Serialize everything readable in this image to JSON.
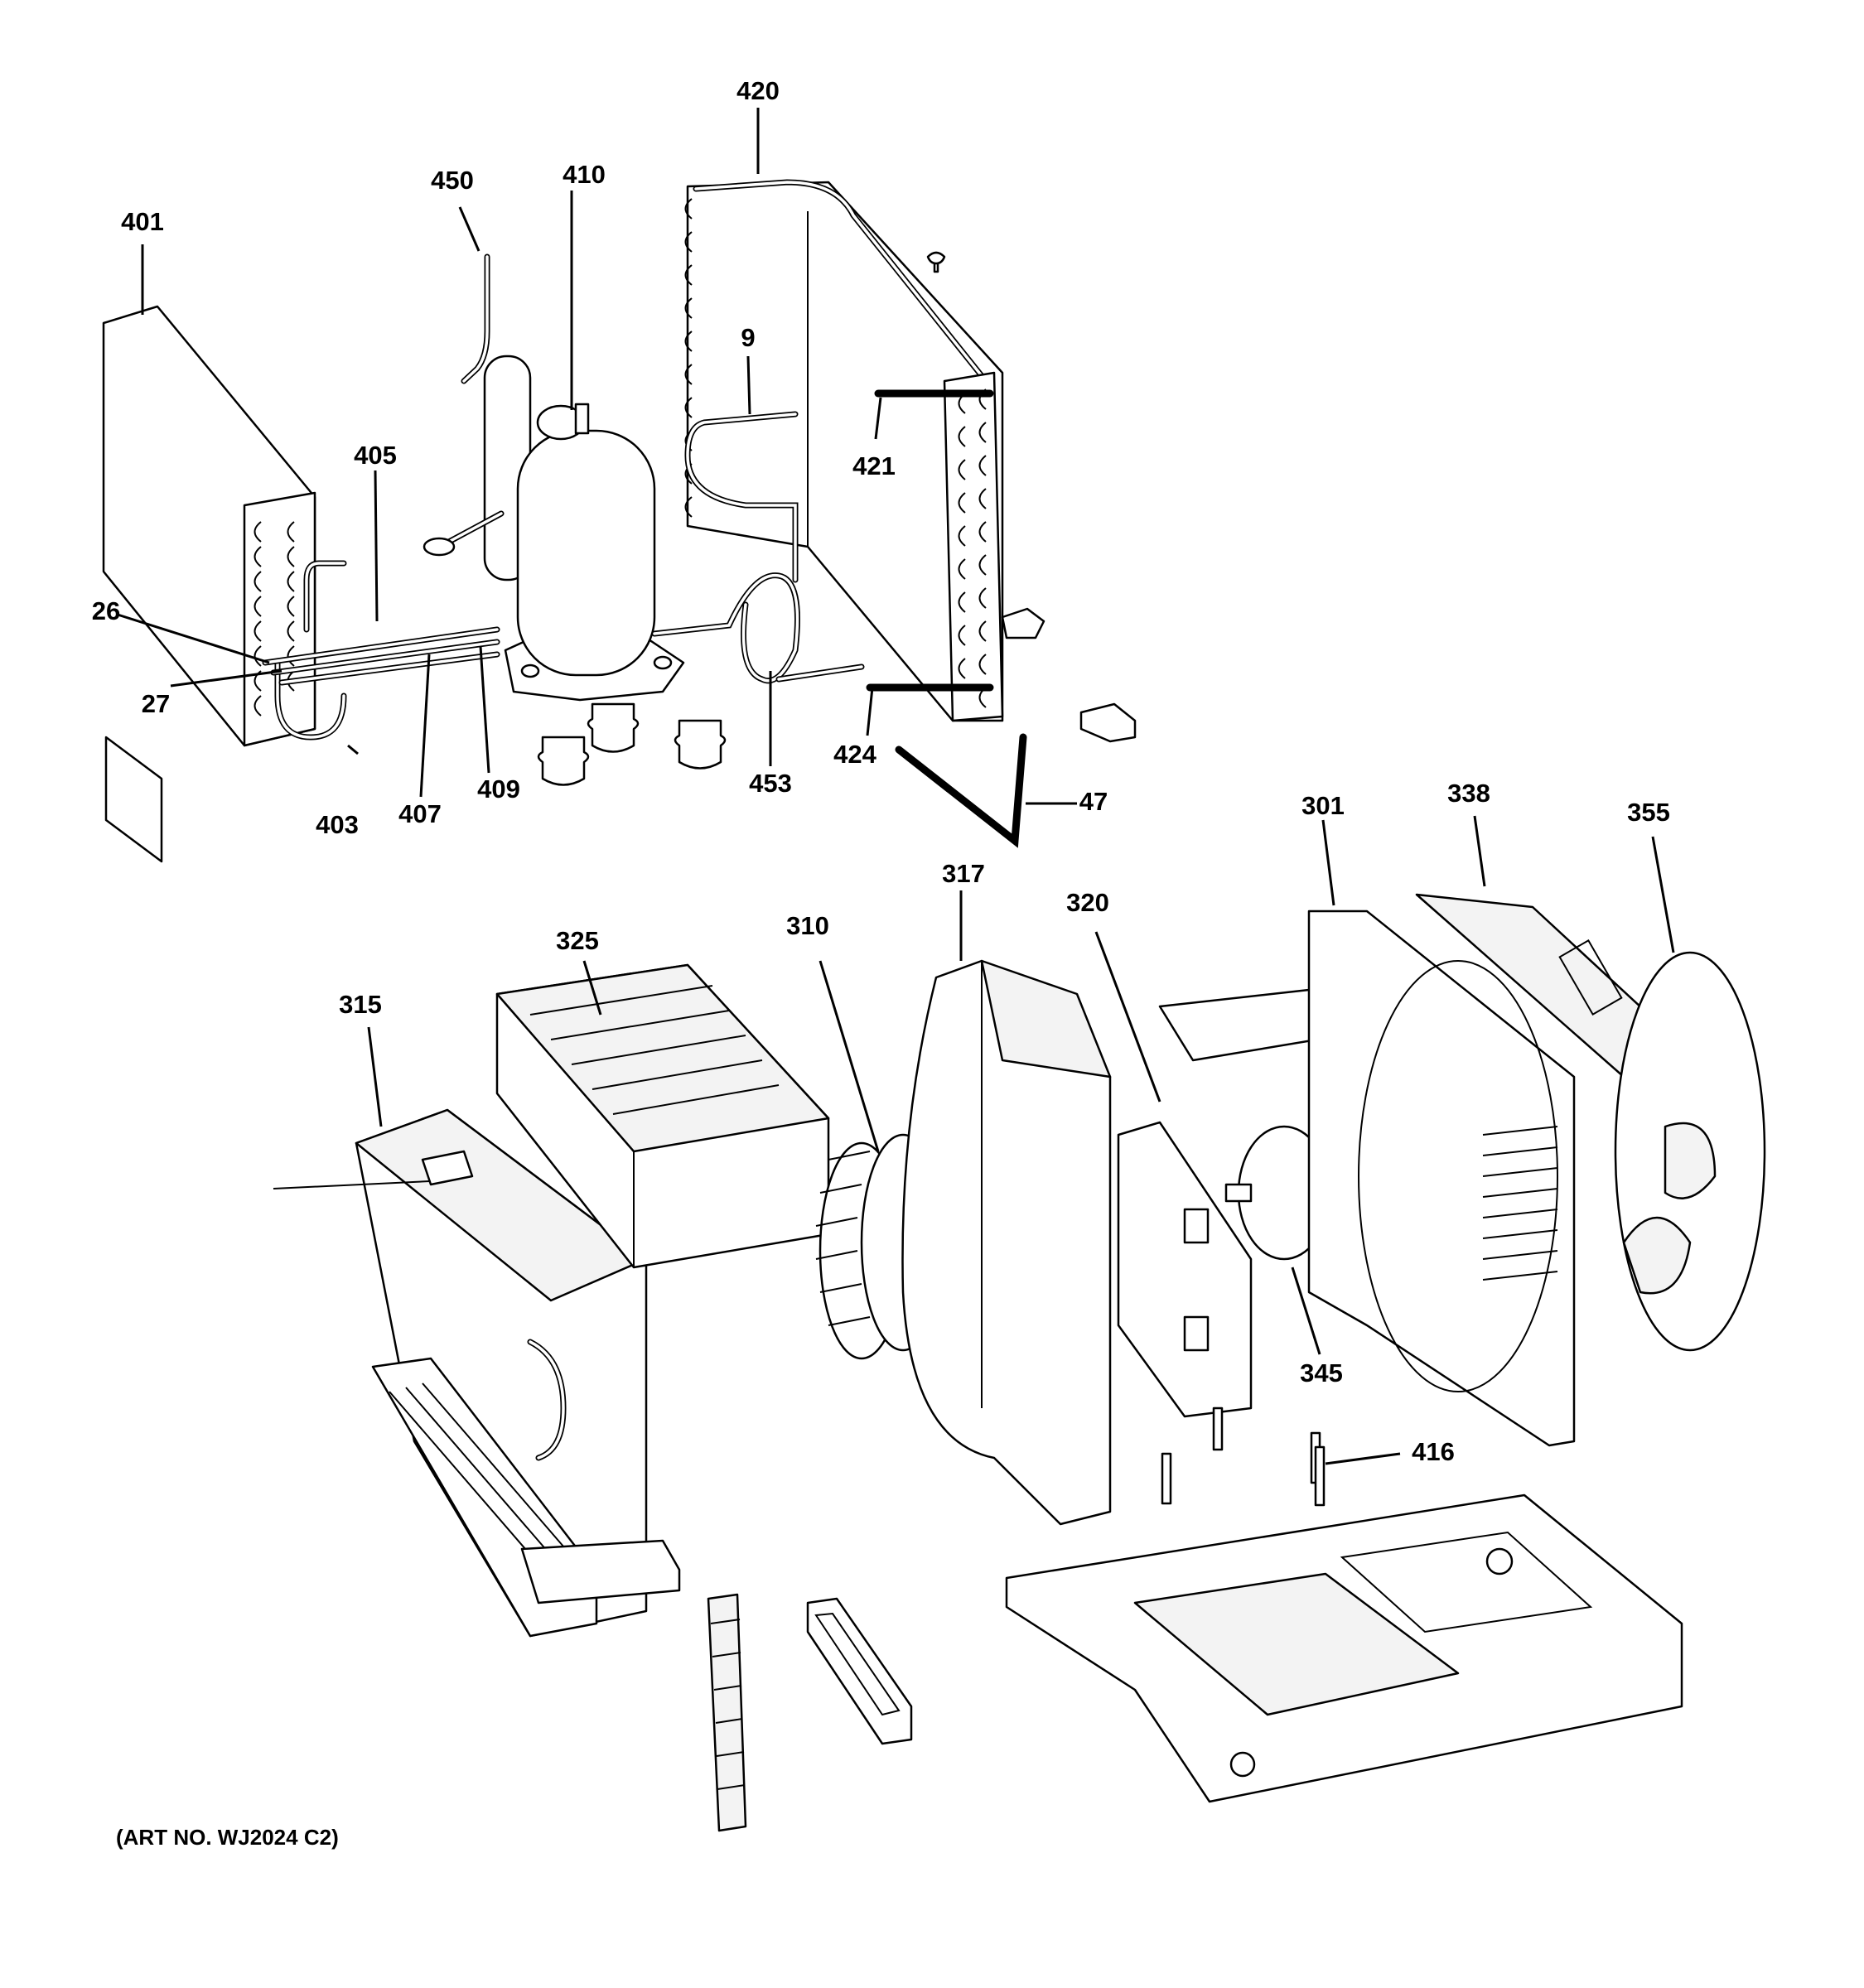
{
  "caption": "(ART NO. WJ2024 C2)",
  "callouts": [
    "420",
    "450",
    "410",
    "401",
    "9",
    "421",
    "405",
    "26",
    "27",
    "403",
    "407",
    "409",
    "453",
    "424",
    "47",
    "301",
    "338",
    "355",
    "317",
    "320",
    "325",
    "310",
    "315",
    "345",
    "416"
  ]
}
